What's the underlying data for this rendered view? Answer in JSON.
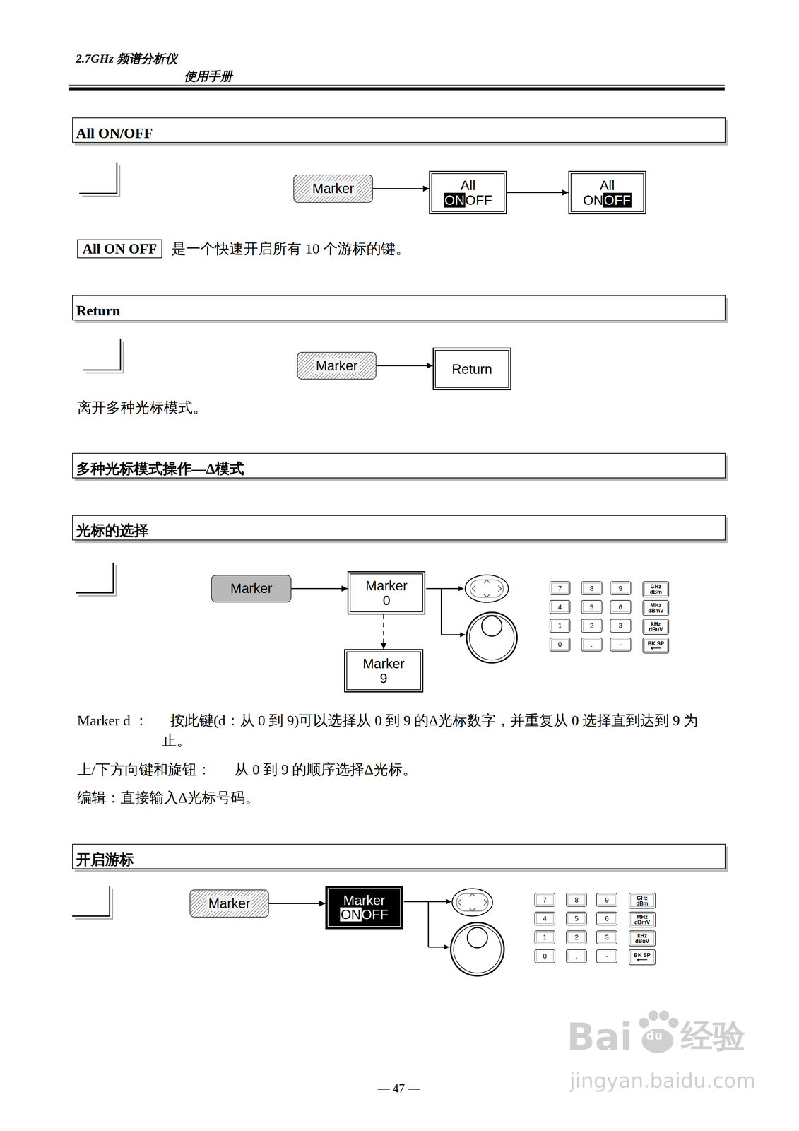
{
  "diagram": {
    "nodes": [
      {
        "text": [
          "All ON/OFF"
        ]
      },
      {
        "text": [
          "Marker"
        ]
      },
      {
        "text": [
          "All",
          "ON",
          "OFF"
        ]
      },
      {
        "text": [
          "All",
          "ON",
          "OFF"
        ]
      },
      {
        "text": [
          "All ON OFF"
        ]
      },
      {
        "text": [
          "Return"
        ]
      },
      {
        "text": [
          "Marker"
        ]
      },
      {
        "text": [
          "Return"
        ]
      },
      {
        "text": [
          "多种光标模式操作—Δ模式"
        ]
      },
      {
        "text": [
          "光标的选择"
        ]
      },
      {
        "text": [
          "Marker"
        ]
      },
      {
        "text": [
          "Marker 0"
        ]
      },
      {
        "text": [
          "Marker 9"
        ]
      },
      {
        "text": [
          "7"
        ]
      },
      {
        "text": [
          "8"
        ]
      },
      {
        "text": [
          "9"
        ]
      },
      {
        "text": [
          "GHz dBm"
        ]
      },
      {
        "text": [
          "4"
        ]
      },
      {
        "text": [
          "5"
        ]
      },
      {
        "text": [
          "6"
        ]
      },
      {
        "text": [
          "MHz dBmV"
        ]
      },
      {
        "text": [
          "1"
        ]
      },
      {
        "text": [
          "2"
        ]
      },
      {
        "text": [
          "3"
        ]
      },
      {
        "text": [
          "kHz dBuV"
        ]
      },
      {
        "text": [
          "0"
        ]
      },
      {
        "text": [
          "."
        ]
      },
      {
        "text": [
          "-"
        ]
      },
      {
        "text": [
          "BK SP"
        ]
      },
      {
        "text": [
          "开启游标"
        ]
      },
      {
        "text": [
          "Marker"
        ]
      },
      {
        "text": [
          "Marker",
          "ON",
          "OFF"
        ]
      },
      {
        "text": [
          "7"
        ]
      },
      {
        "text": [
          "8"
        ]
      },
      {
        "text": [
          "9"
        ]
      },
      {
        "text": [
          "GHz dBm"
        ]
      },
      {
        "text": [
          "4"
        ]
      },
      {
        "text": [
          "5"
        ]
      },
      {
        "text": [
          "6"
        ]
      },
      {
        "text": [
          "MHz dBmV"
        ]
      },
      {
        "text": [
          "1"
        ]
      },
      {
        "text": [
          "2"
        ]
      },
      {
        "text": [
          "3"
        ]
      },
      {
        "text": [
          "kHz dBuV"
        ]
      },
      {
        "text": [
          "0"
        ]
      },
      {
        "text": [
          "."
        ]
      },
      {
        "text": [
          "-"
        ]
      },
      {
        "text": [
          "BK SP"
        ]
      }
    ],
    "edges": [
      {
        "from": 1,
        "to": 2,
        "arrow": "to"
      },
      {
        "from": 2,
        "to": 3,
        "arrow": "to"
      },
      {
        "from": 6,
        "to": 7,
        "arrow": "to"
      },
      {
        "from": 10,
        "to": 11,
        "arrow": "to"
      },
      {
        "from": 11,
        "to": 12,
        "arrow": "to"
      },
      {
        "from": 30,
        "to": 31,
        "arrow": "to"
      }
    ],
    "labels": [
      "2.7GHz 频谱分析仪",
      "使用手册",
      "是一个快速开启所有 10 个游标的键。",
      "离开多种光标模式。",
      "Marker d ：",
      "按此键(d：从 0 到 9)可以选择从 0 到 9 的Δ光标数字，并重复从 0 选择直到达到 9 为止。",
      "上/下方向键和旋钮：",
      "从 0 到 9 的顺序选择Δ光标。",
      "编辑：直接输入Δ光标号码。",
      "— 47 —",
      "Bai",
      "du",
      "经验",
      "jingyan.baidu.com"
    ]
  }
}
